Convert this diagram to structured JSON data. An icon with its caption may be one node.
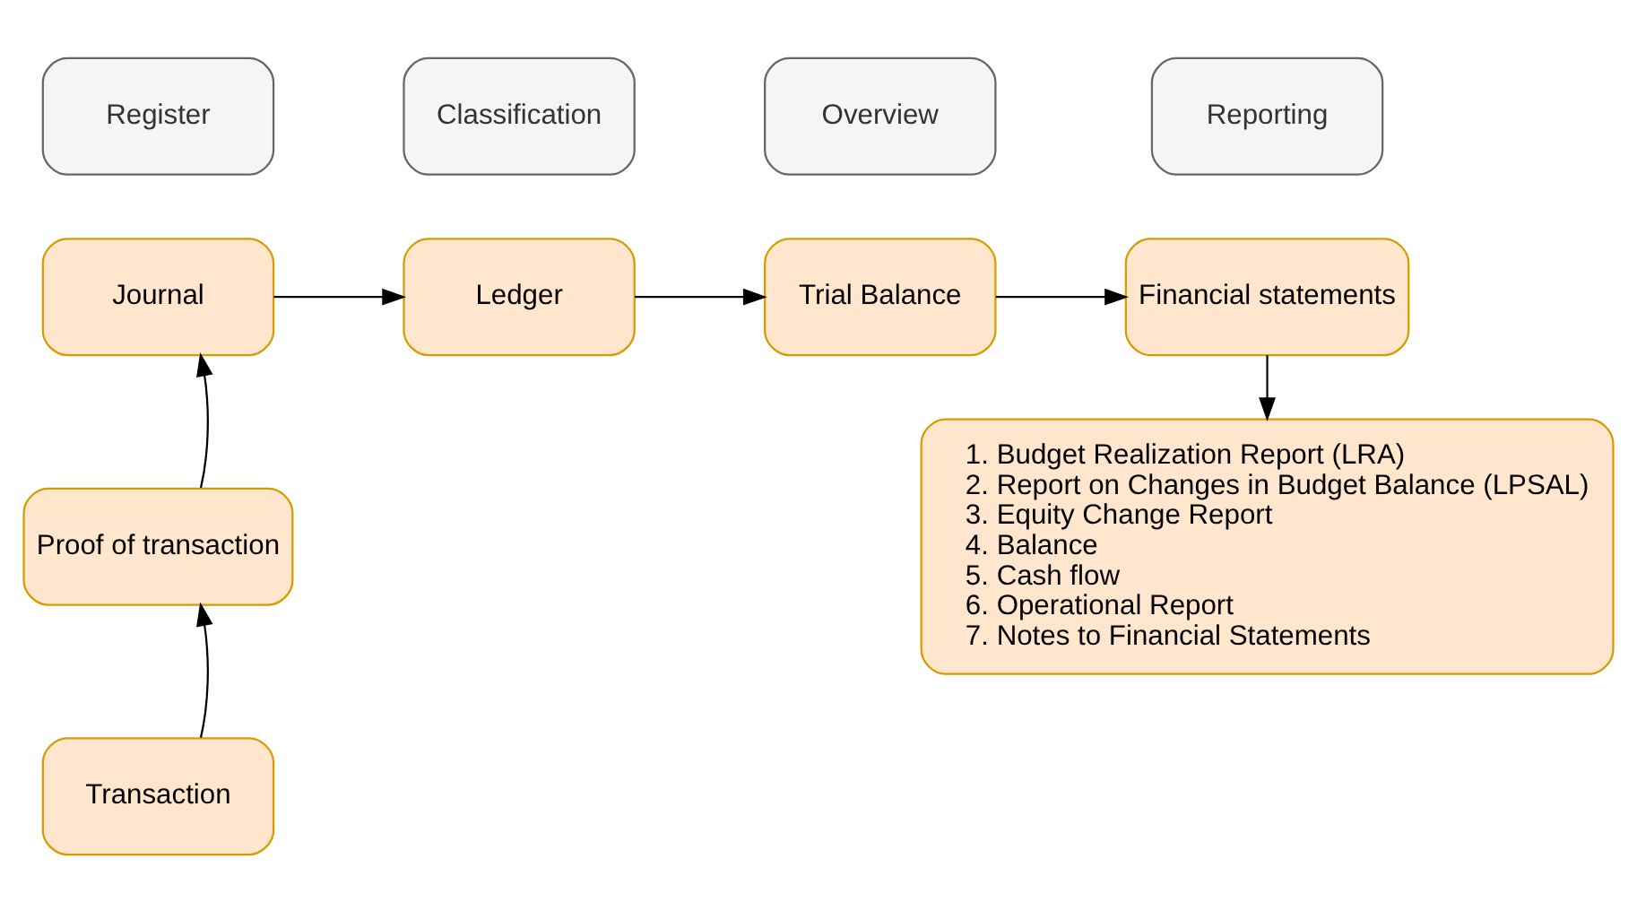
{
  "diagram": {
    "nodes": [
      {
        "text": [
          "Register"
        ]
      },
      {
        "text": [
          "Classification"
        ]
      },
      {
        "text": [
          "Overview"
        ]
      },
      {
        "text": [
          "Reporting"
        ]
      },
      {
        "text": [
          "Journal"
        ]
      },
      {
        "text": [
          "Ledger"
        ]
      },
      {
        "text": [
          "Trial Balance"
        ]
      },
      {
        "text": [
          "Financial statements"
        ]
      },
      {
        "text": [
          "Proof of transaction"
        ]
      },
      {
        "text": [
          "Transaction"
        ]
      },
      {
        "text": [
          "1. Budget Realization Report (LRA)",
          "2. Report on Changes in Budget Balance (LPSAL)",
          "3. Equity Change Report",
          "4. Balance",
          "5. Cash flow",
          "6. Operational Report",
          "7. Notes to Financial Statements"
        ]
      }
    ],
    "edges": [
      {
        "from": 4,
        "to": 5,
        "arrow": "to"
      },
      {
        "from": 5,
        "to": 6,
        "arrow": "to"
      },
      {
        "from": 6,
        "to": 7,
        "arrow": "to"
      },
      {
        "from": 7,
        "to": 10,
        "arrow": "to"
      },
      {
        "from": 8,
        "to": 4,
        "arrow": "to"
      },
      {
        "from": 9,
        "to": 8,
        "arrow": "to"
      }
    ]
  }
}
